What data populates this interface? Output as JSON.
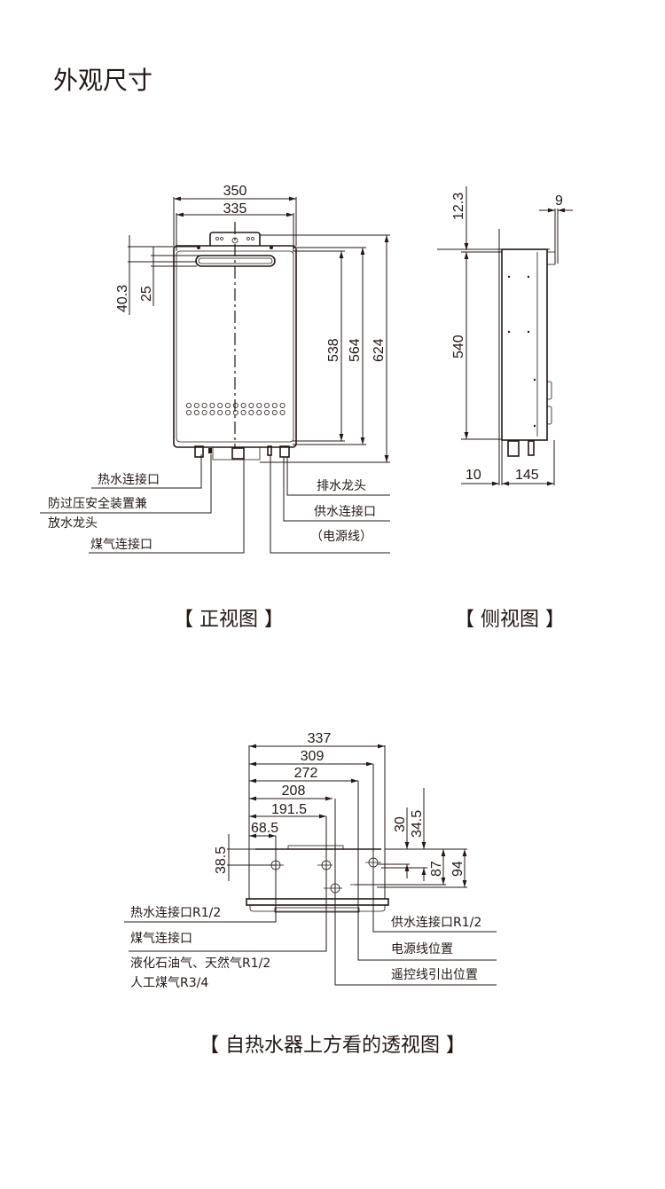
{
  "title": "外观尺寸",
  "front_view": {
    "caption": "【 正视图 】",
    "dims": {
      "w_outer": "350",
      "w_inner": "335",
      "h_top_a": "40.3",
      "h_top_b": "25",
      "h_538": "538",
      "h_564": "564",
      "h_624": "624"
    },
    "labels": {
      "hot_water": "热水连接口",
      "relief_1": "防过压安全装置兼",
      "relief_2": "放水龙头",
      "gas": "煤气连接口",
      "drain": "排水龙头",
      "supply": "供水连接口",
      "power": "（电源线）"
    }
  },
  "side_view": {
    "caption": "【 侧视图 】",
    "dims": {
      "top": "12.3",
      "height": "540",
      "bracket": "9",
      "wall": "10",
      "depth": "145"
    }
  },
  "top_view": {
    "caption": "【 自热水器上方看的透视图 】",
    "dims": {
      "d337": "337",
      "d309": "309",
      "d272": "272",
      "d208": "208",
      "d191": "191.5",
      "d68": "68.5",
      "d38": "38.5",
      "d30": "30",
      "d34": "34.5",
      "d87": "87",
      "d94": "94"
    },
    "labels": {
      "hot_water": "热水连接口R1/2",
      "gas": "煤气连接口",
      "gas_type_1": "液化石油气、天然气R1/2",
      "gas_type_2": "人工煤气R3/4",
      "supply": "供水连接口R1/2",
      "power": "电源线位置",
      "remote": "遥控线引出位置"
    }
  }
}
